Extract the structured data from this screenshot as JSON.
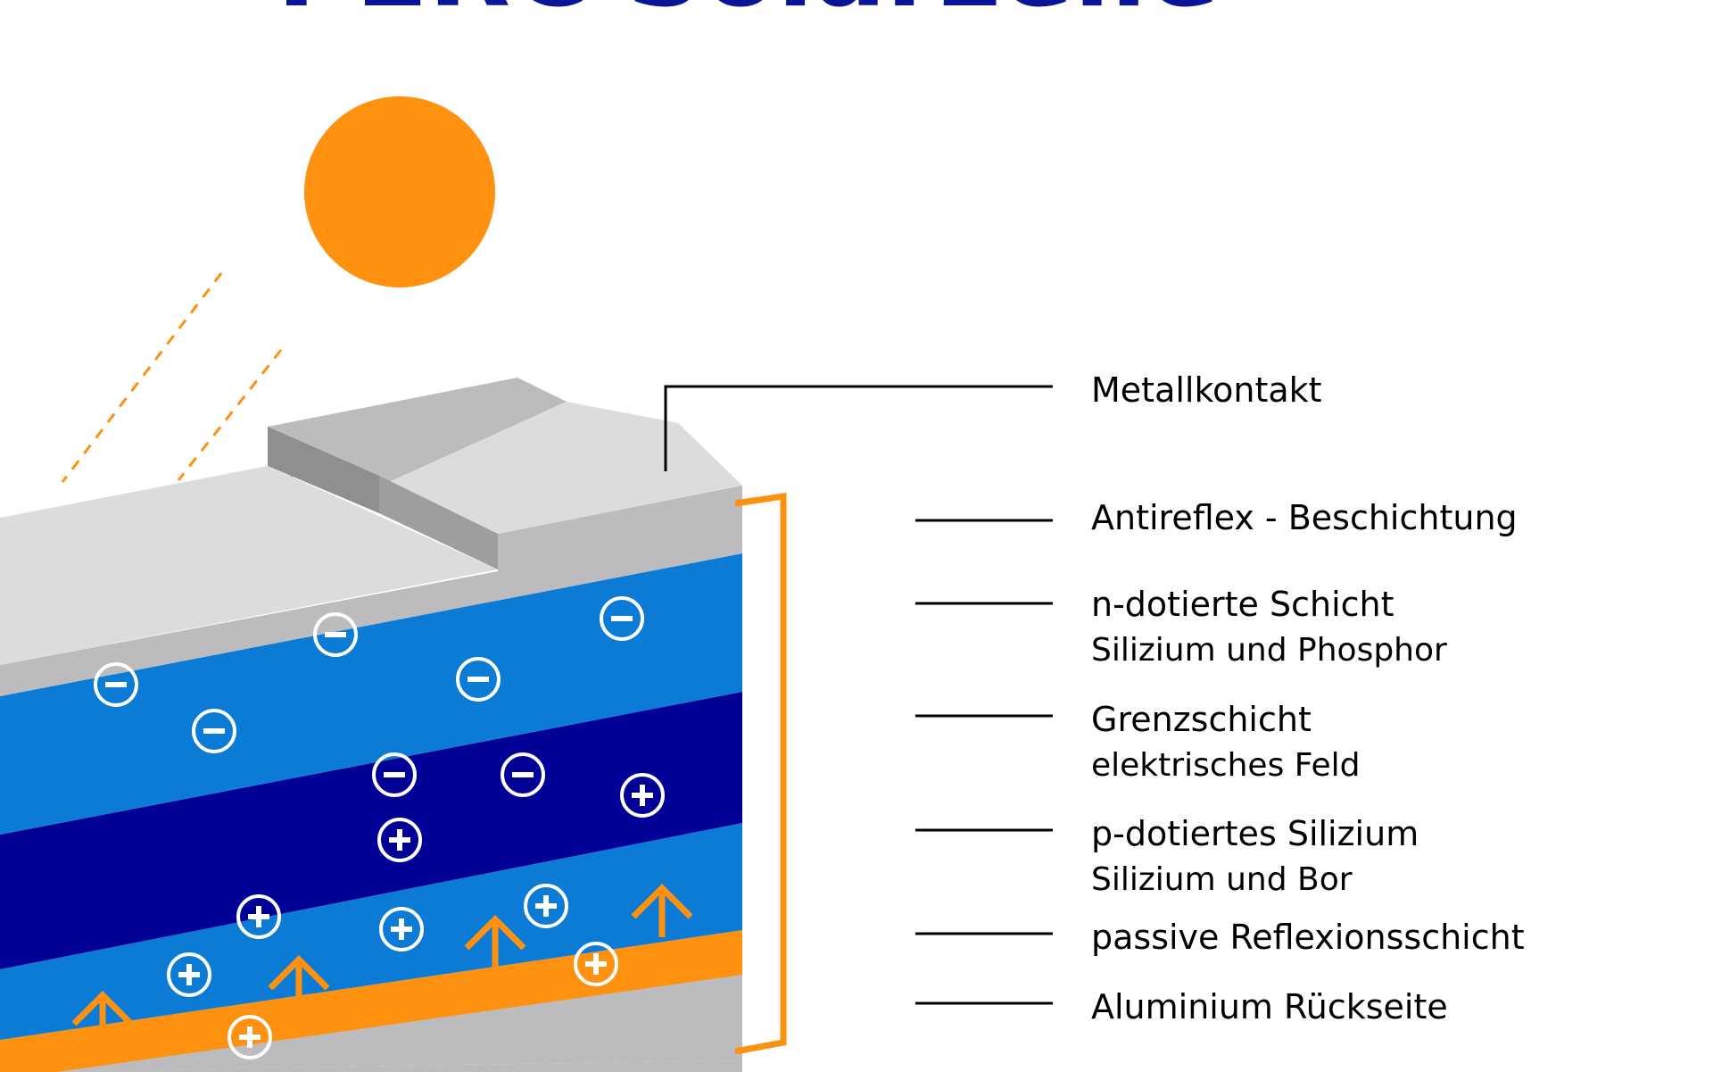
{
  "title": "PERC Solarzelle",
  "colors": {
    "title": "#0a1496",
    "sun": "#ff9110",
    "light_blue": "#0b7bd6",
    "dark_blue": "#000097",
    "orange": "#ff9110",
    "gray_top": "#dcdcdd",
    "gray_front": "#bcbcbe",
    "gray_dark": "#8f8f91",
    "leader": "#000000",
    "label": "#000000"
  },
  "labels": [
    {
      "key": "metallkontakt",
      "title": "Metallkontakt",
      "subtitle": ""
    },
    {
      "key": "antireflex",
      "title": "Antireflex - Beschichtung",
      "subtitle": ""
    },
    {
      "key": "n-schicht",
      "title": "n-dotierte Schicht",
      "subtitle": "Silizium und Phosphor"
    },
    {
      "key": "grenzschicht",
      "title": "Grenzschicht",
      "subtitle": "elektrisches Feld"
    },
    {
      "key": "p-silizium",
      "title": "p-dotiertes Silizium",
      "subtitle": "Silizium und Bor"
    },
    {
      "key": "passive-reflexion",
      "title": "passive Reflexionsschicht",
      "subtitle": ""
    },
    {
      "key": "aluminium",
      "title": "Aluminium Rückseite",
      "subtitle": ""
    }
  ],
  "charges": {
    "electron_symbol": "−",
    "hole_symbol": "+"
  }
}
